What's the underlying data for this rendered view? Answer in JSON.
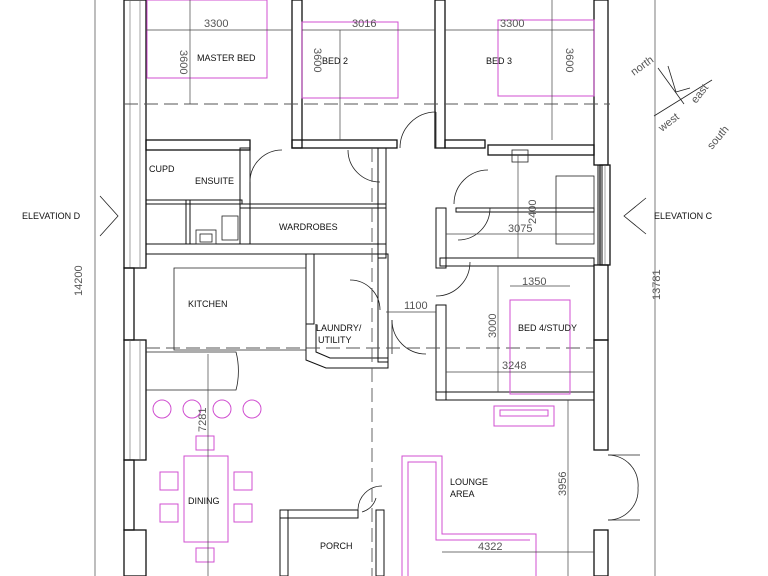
{
  "rooms": {
    "master_bed": "MASTER BED",
    "bed2": "BED 2",
    "bed3": "BED 3",
    "cupd": "CUPD",
    "ensuite": "ENSUITE",
    "wardrobes": "WARDROBES",
    "kitchen": "KITCHEN",
    "laundry_line1": "LAUNDRY/",
    "laundry_line2": "UTILITY",
    "bed4": "BED 4/STUDY",
    "dining": "DINING",
    "lounge_line1": "LOUNGE",
    "lounge_line2": "AREA",
    "porch": "PORCH"
  },
  "elevations": {
    "left": "ELEVATION D",
    "right": "ELEVATION C"
  },
  "compass": {
    "north": "north",
    "east": "east",
    "west": "west",
    "south": "south"
  },
  "dimensions": {
    "master_width": "3300",
    "bed2_width": "3016",
    "bed3_width": "3300",
    "master_depth": "3600",
    "bed2_depth": "3600",
    "bed3_depth": "3600",
    "right_upper": "2400",
    "right_width": "3075",
    "hall_width": "1100",
    "bed4_width_top": "1350",
    "bed4_depth": "3000",
    "bed4_width": "3248",
    "dining_depth": "7281",
    "lounge_depth": "3956",
    "lounge_width": "4322",
    "overall_left": "14200",
    "overall_right": "13781"
  },
  "colors": {
    "wall": "#111111",
    "furniture": "#d04fd0",
    "dimension": "#555555"
  }
}
